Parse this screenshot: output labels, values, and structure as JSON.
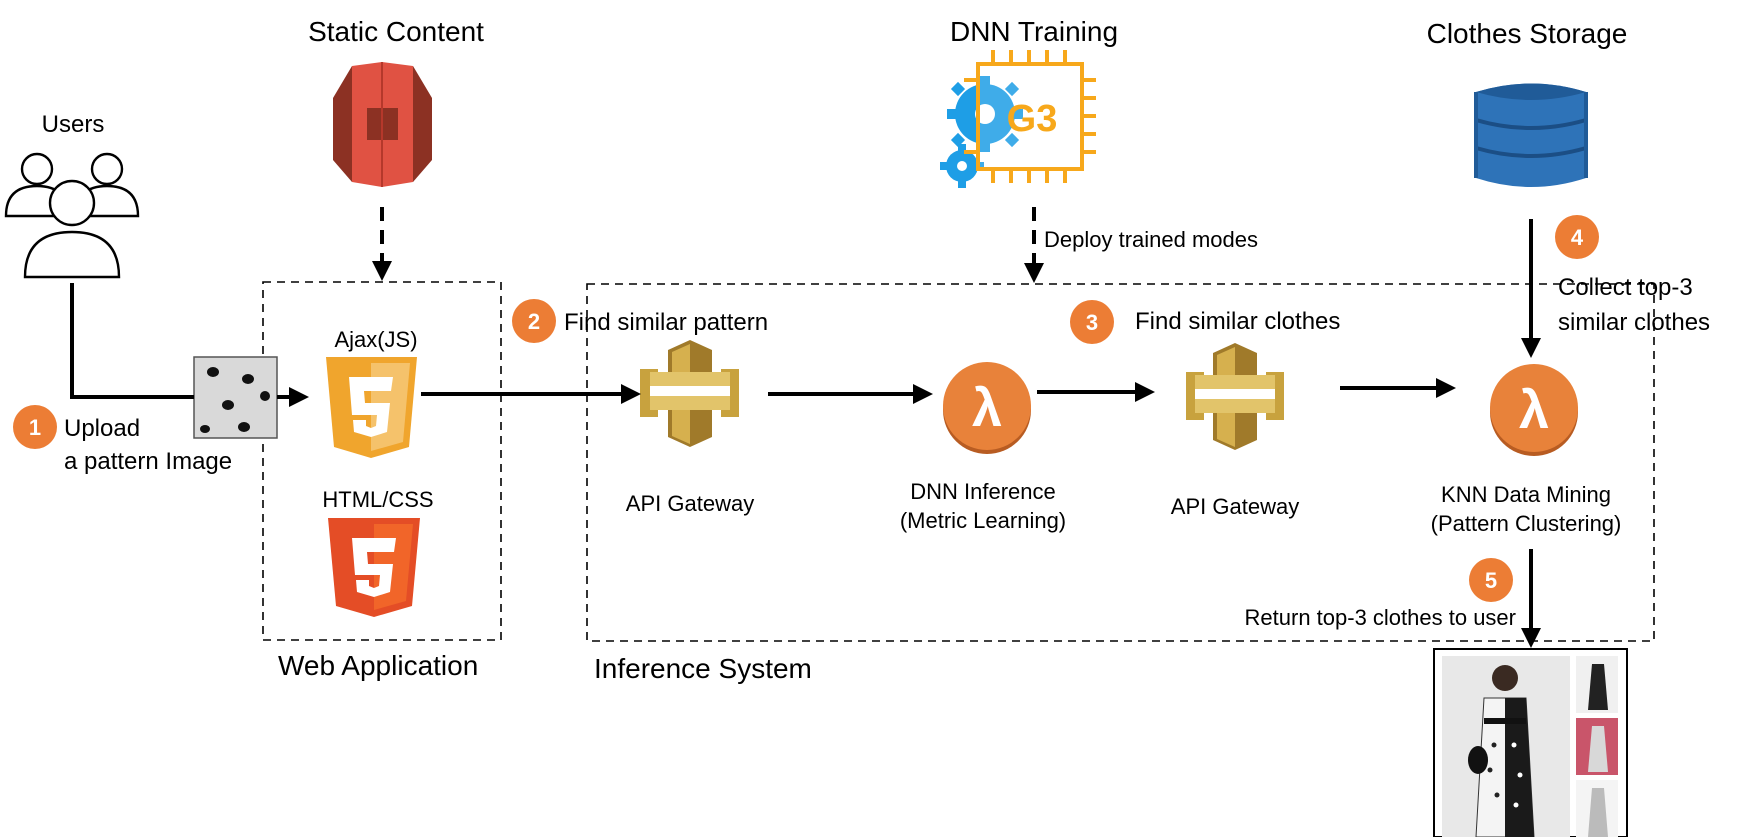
{
  "titles": {
    "static_content": "Static Content",
    "dnn_training": "DNN Training",
    "clothes_storage": "Clothes Storage",
    "users": "Users",
    "web_application": "Web Application",
    "inference_system": "Inference System"
  },
  "labels": {
    "ajax_js": "Ajax(JS)",
    "html_css": "HTML/CSS",
    "api_gateway_1": "API Gateway",
    "api_gateway_2": "API Gateway",
    "dnn_inference_line1": "DNN Inference",
    "dnn_inference_line2": "(Metric Learning)",
    "knn_line1": "KNN Data Mining",
    "knn_line2": "(Pattern Clustering)",
    "deploy": "Deploy trained modes",
    "chip_text": "G3",
    "lambda_symbol": "λ"
  },
  "steps": [
    {
      "num": "1",
      "line1": "Upload",
      "line2": "a pattern Image"
    },
    {
      "num": "2",
      "line1": "Find similar pattern",
      "line2": ""
    },
    {
      "num": "3",
      "line1": "Find similar clothes",
      "line2": ""
    },
    {
      "num": "4",
      "line1": "Collect top-3",
      "line2": "similar clothes"
    },
    {
      "num": "5",
      "line1": "Return top-3 clothes to user",
      "line2": ""
    }
  ],
  "colors": {
    "step_badge": "#ec7d35",
    "s3_red": "#e05243",
    "api_gold": "#c8a23e",
    "lambda_orange": "#e8823a",
    "dynamo_blue": "#2e73b8",
    "html5_orange": "#e44d26",
    "js_yellow": "#f0a52d",
    "chip_orange": "#f7a81b",
    "gear_blue": "#1e9ee6"
  }
}
